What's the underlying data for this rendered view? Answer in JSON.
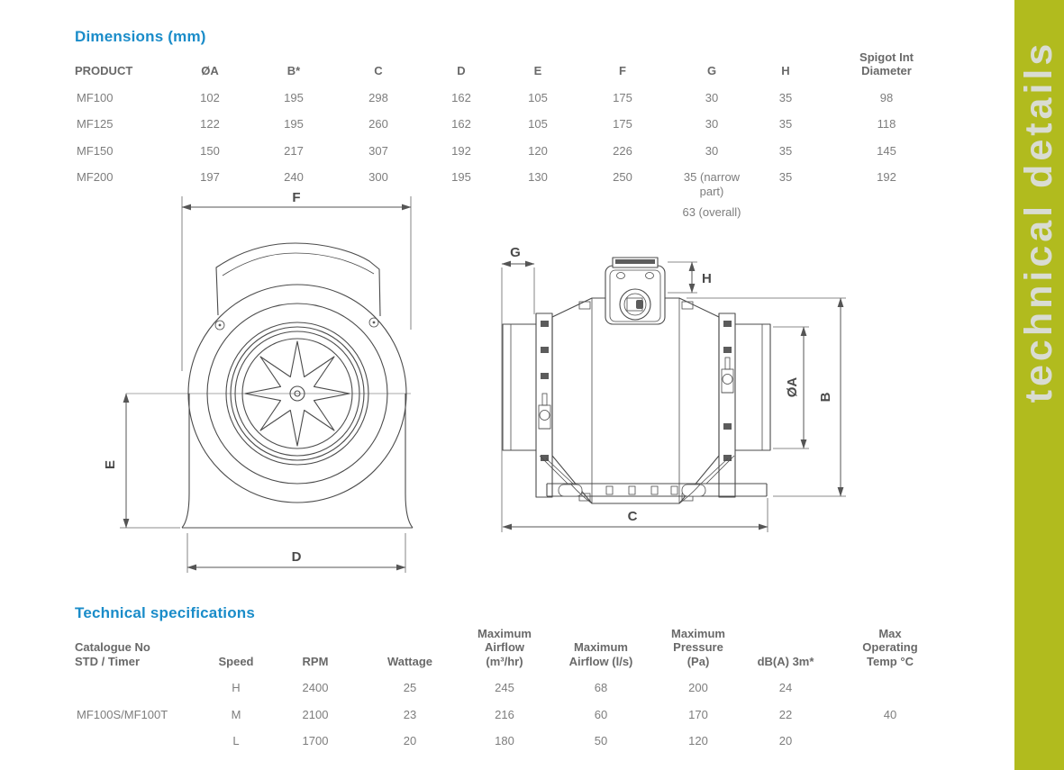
{
  "sidebar": {
    "label": "technical details",
    "bar_color": "#b1bb1e",
    "text_color": "#d9dcd2"
  },
  "colors": {
    "accent_blue": "#1a8cc9",
    "table_text": "#7d7d7d",
    "table_header_text": "#696969",
    "drawing_line": "#4b4b4b"
  },
  "dimensions_section": {
    "title": "Dimensions (mm)",
    "headers": [
      "PRODUCT",
      "ØA",
      "B*",
      "C",
      "D",
      "E",
      "F",
      "G",
      "H",
      "Spigot Int\nDiameter"
    ],
    "rows": [
      [
        "MF100",
        "102",
        "195",
        "298",
        "162",
        "105",
        "175",
        "30",
        "35",
        "98"
      ],
      [
        "MF125",
        "122",
        "195",
        "260",
        "162",
        "105",
        "175",
        "30",
        "35",
        "118"
      ],
      [
        "MF150",
        "150",
        "217",
        "307",
        "192",
        "120",
        "226",
        "30",
        "35",
        "145"
      ],
      [
        "MF200",
        "197",
        "240",
        "300",
        "195",
        "130",
        "250",
        "35 (narrow part)",
        "35",
        "192"
      ],
      [
        "",
        "",
        "",
        "",
        "",
        "",
        "",
        "63 (overall)",
        "",
        ""
      ]
    ]
  },
  "specs_section": {
    "title": "Technical specifications",
    "headers": [
      "Catalogue No\nSTD / Timer",
      "Speed",
      "RPM",
      "Wattage",
      "Maximum\nAirflow\n(m³/hr)",
      "Maximum\nAirflow (l/s)",
      "Maximum\nPressure\n(Pa)",
      "dB(A) 3m*",
      "Max\nOperating\nTemp °C"
    ],
    "rows": [
      [
        "",
        "H",
        "2400",
        "25",
        "245",
        "68",
        "200",
        "24",
        ""
      ],
      [
        "MF100S/MF100T",
        "M",
        "2100",
        "23",
        "216",
        "60",
        "170",
        "22",
        "40"
      ],
      [
        "",
        "L",
        "1700",
        "20",
        "180",
        "50",
        "120",
        "20",
        ""
      ]
    ]
  },
  "diagram": {
    "labels": {
      "f": "F",
      "e": "E",
      "d": "D",
      "g": "G",
      "h": "H",
      "dia": "ØA",
      "b": "B",
      "c": "C"
    }
  }
}
